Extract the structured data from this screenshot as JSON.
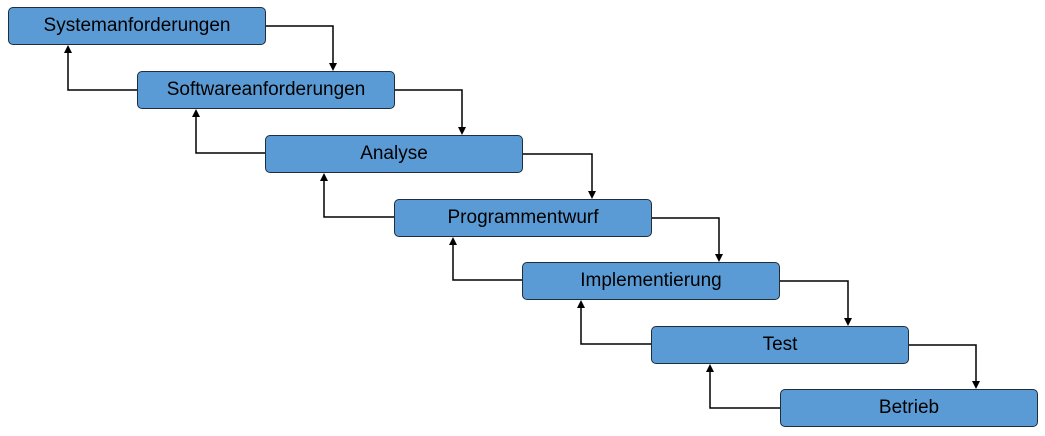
{
  "diagram": {
    "phases": [
      {
        "label": "Systemanforderungen"
      },
      {
        "label": "Softwareanforderungen"
      },
      {
        "label": "Analyse"
      },
      {
        "label": "Programmentwurf"
      },
      {
        "label": "Implementierung"
      },
      {
        "label": "Test"
      },
      {
        "label": "Betrieb"
      }
    ],
    "colors": {
      "box_fill": "#5b9bd5",
      "box_border": "#1f2d3d",
      "connector": "#000000"
    }
  }
}
